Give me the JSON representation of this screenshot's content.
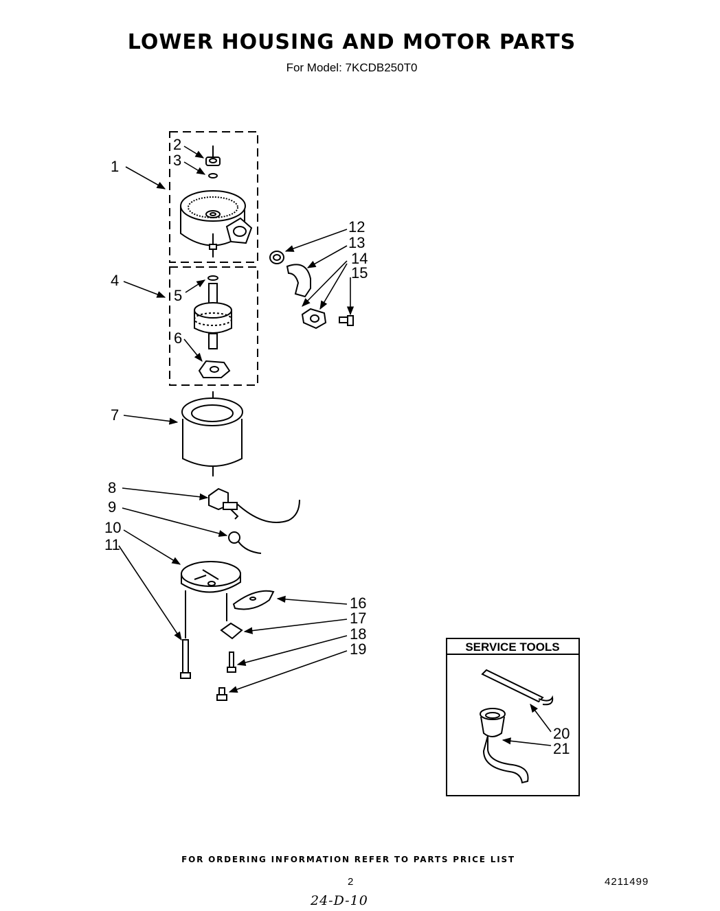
{
  "header": {
    "title": "LOWER HOUSING AND MOTOR PARTS",
    "subtitle": "For Model: 7KCDB250T0"
  },
  "callouts": [
    "1",
    "2",
    "3",
    "4",
    "5",
    "6",
    "7",
    "8",
    "9",
    "10",
    "11",
    "12",
    "13",
    "14",
    "15",
    "16",
    "17",
    "18",
    "19",
    "20",
    "21"
  ],
  "service_tools": {
    "title": "SERVICE TOOLS"
  },
  "footer": {
    "ordering_note": "FOR ORDERING INFORMATION REFER TO PARTS PRICE LIST",
    "page_number": "2",
    "document_number": "4211499",
    "handwritten_note": "24-D-10"
  }
}
